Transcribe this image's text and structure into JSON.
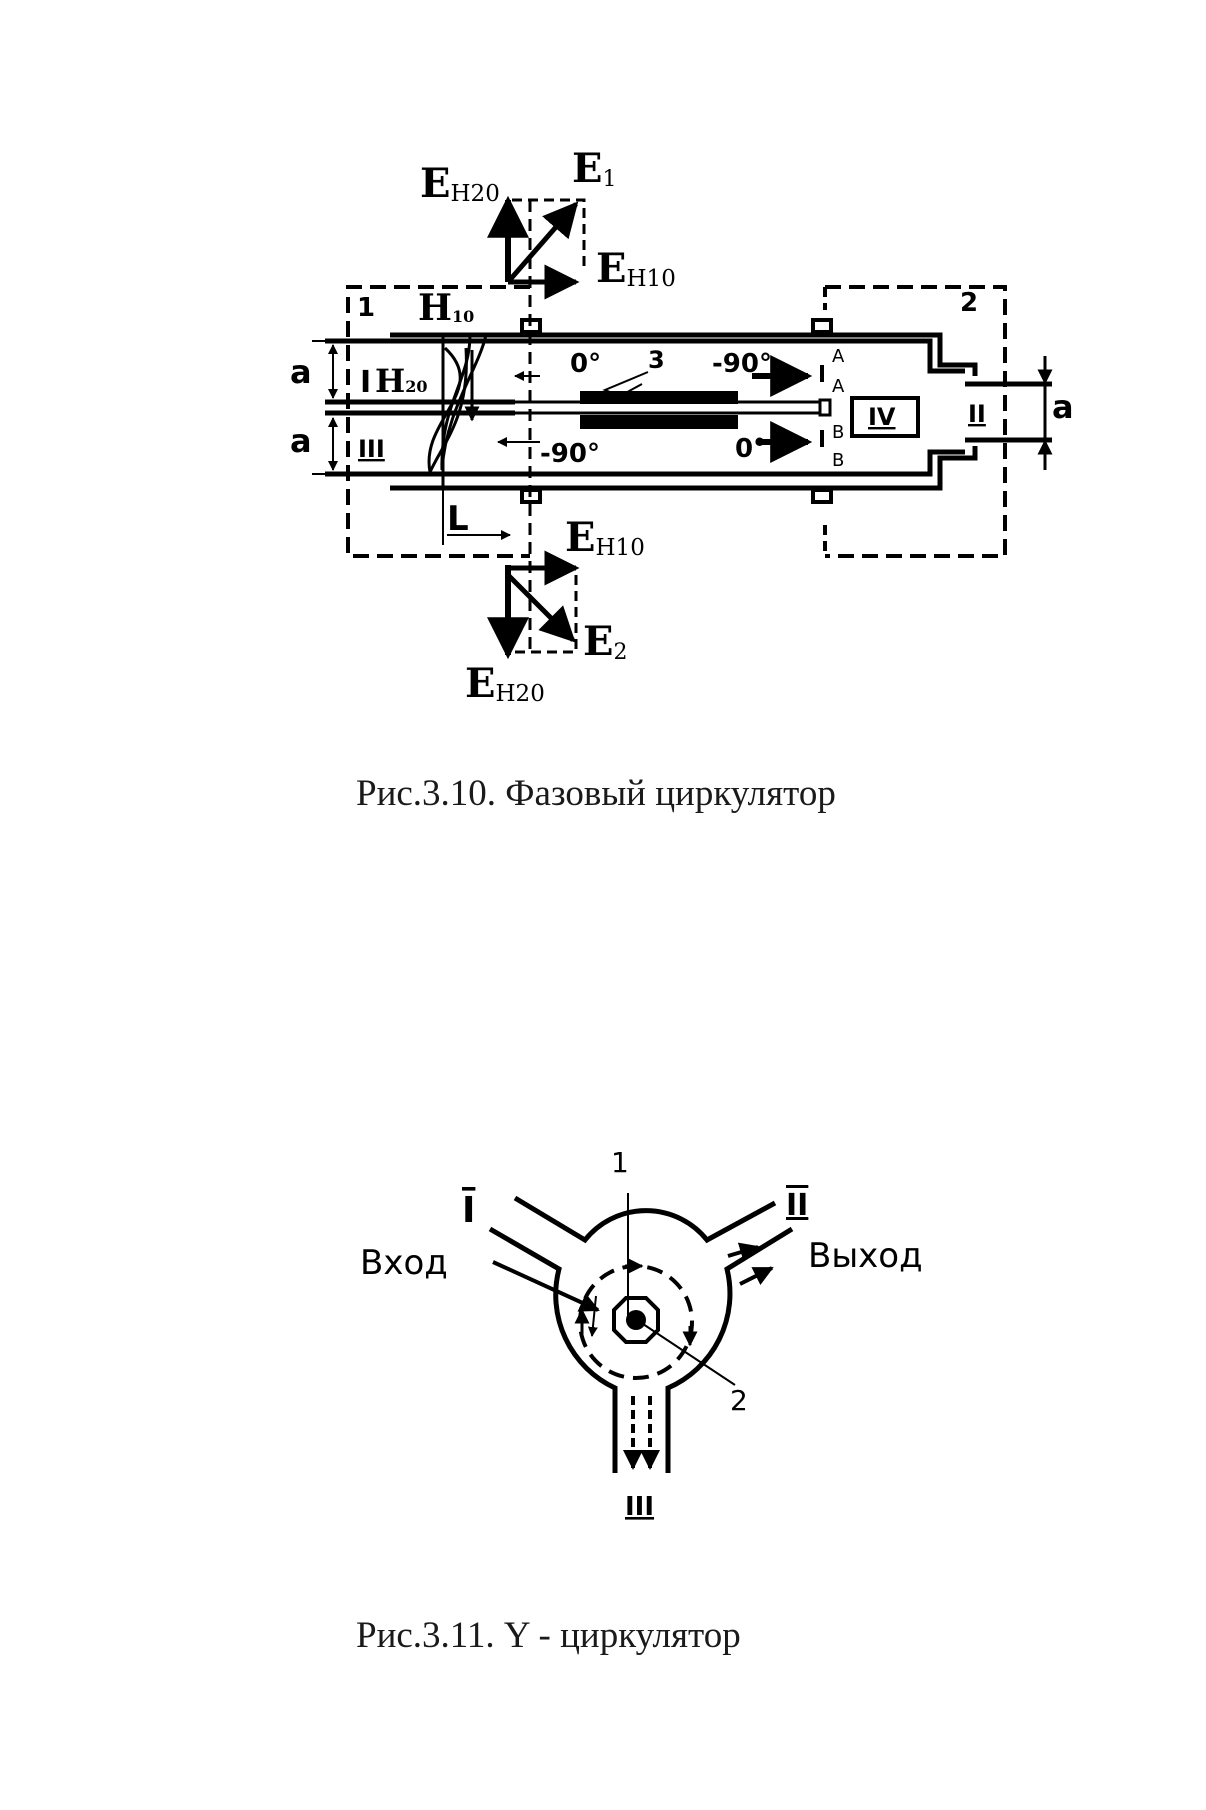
{
  "figure1": {
    "caption": "Рис.3.10. Фазовый циркулятор",
    "labels": {
      "E_H20_top": "E",
      "E_H20_top_sub": "H20",
      "E1": "E",
      "E1_sub": "1",
      "E_H10_top": "E",
      "E_H10_top_sub": "H10",
      "E_H10_bottom": "E",
      "E_H10_bottom_sub": "H10",
      "E2": "E",
      "E2_sub": "2",
      "E_H20_bottom": "E",
      "E_H20_bottom_sub": "H20",
      "H10": "H",
      "H10_sub": "10",
      "H20": "H",
      "H20_sub": "20",
      "block1": "1",
      "block2": "2",
      "ferrite3": "3",
      "port_I": "I",
      "port_II": "II",
      "port_III": "III",
      "port_IV": "IV",
      "dim_a_1": "a",
      "dim_a_2": "a",
      "dim_a_3": "a",
      "dim_L": "L",
      "phase_0_top": "0°",
      "phase_m90_top": "-90°",
      "phase_m90_bottom": "-90°",
      "phase_0_bottom": "0°",
      "sec_A1": "A",
      "sec_A2": "A",
      "sec_B1": "B",
      "sec_B2": "B"
    }
  },
  "figure2": {
    "caption": "Рис.3.11. Y - циркулятор",
    "labels": {
      "num1": "1",
      "num2": "2",
      "port_I": "I",
      "port_II": "II",
      "port_III": "III",
      "input": "Вход",
      "output": "Выход"
    }
  }
}
